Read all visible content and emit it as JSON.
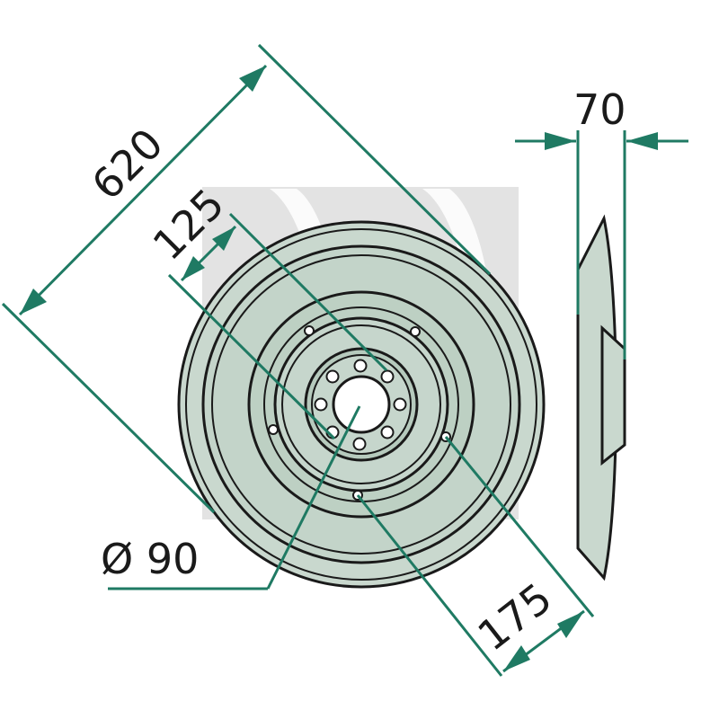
{
  "diagram": {
    "dimensions": {
      "outer_diameter": "620",
      "inner_pcd": "125",
      "center_bore": "Ø 90",
      "outer_pcd": "175",
      "thickness": "70"
    },
    "colors": {
      "disc_fill": "#c6d6cc",
      "disc_inner": "#b4c8bb",
      "dimension_line": "#1f7a63",
      "outline": "#1a1a1a",
      "watermark": "#d9d9d9"
    }
  }
}
